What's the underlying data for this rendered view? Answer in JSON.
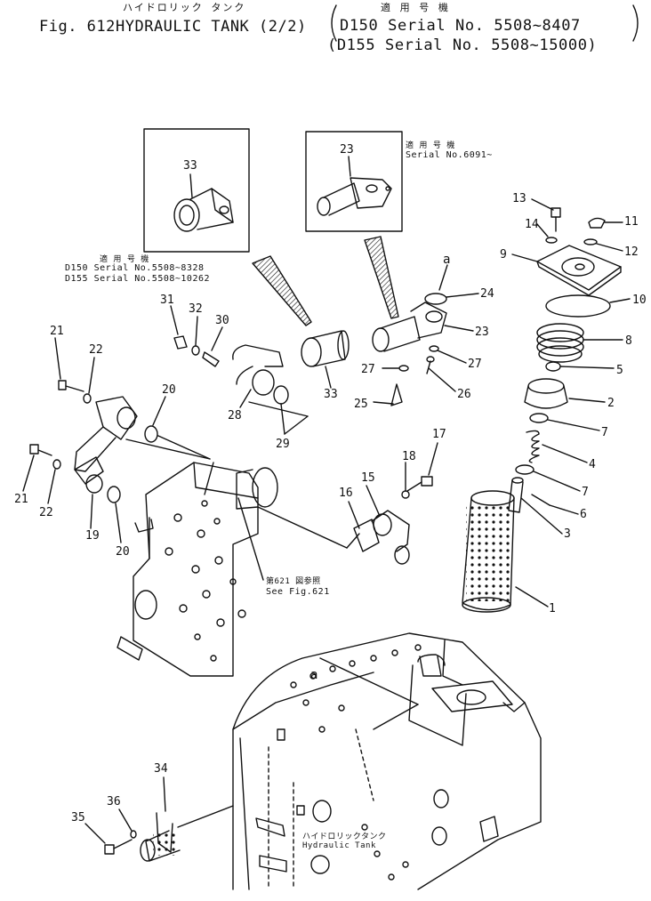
{
  "header": {
    "title_jp": "ハイドロリック タンク",
    "fig_label": "Fig. 612",
    "title": "HYDRAULIC TANK (2/2)",
    "applicable_jp": "適 用 号 機",
    "serial_d150": "D150 Serial No. 5508~8407",
    "serial_d155": "(D155 Serial No. 5508~15000)"
  },
  "inset_left": {
    "part": "33",
    "applicable_jp": "適 用 号 機",
    "serial_d150": "D150 Serial No.5508~8328",
    "serial_d155": "D155 Serial No.5508~10262"
  },
  "inset_right": {
    "part": "23",
    "applicable_jp": "適 用 号 機",
    "serial": "Serial No.6091~"
  },
  "callout_a": "a",
  "see_fig_jp": "第621 図参照",
  "see_fig": "See Fig.621",
  "tank_jp": "ハイドロリックタンク",
  "tank_en": "Hydraulic Tank",
  "part_numbers": {
    "p1": "1",
    "p2": "2",
    "p3": "3",
    "p4": "4",
    "p5": "5",
    "p6": "6",
    "p7a": "7",
    "p7b": "7",
    "p8": "8",
    "p9": "9",
    "p10": "10",
    "p11": "11",
    "p12": "12",
    "p13": "13",
    "p14": "14",
    "p15": "15",
    "p16": "16",
    "p17": "17",
    "p18": "18",
    "p19": "19",
    "p20a": "20",
    "p20b": "20",
    "p21a": "21",
    "p21b": "21",
    "p22a": "22",
    "p22b": "22",
    "p23": "23",
    "p24": "24",
    "p25": "25",
    "p26": "26",
    "p27a": "27",
    "p27b": "27",
    "p28": "28",
    "p29": "29",
    "p30": "30",
    "p31": "31",
    "p32": "32",
    "p33": "33",
    "p34": "34",
    "p35": "35",
    "p36": "36"
  }
}
